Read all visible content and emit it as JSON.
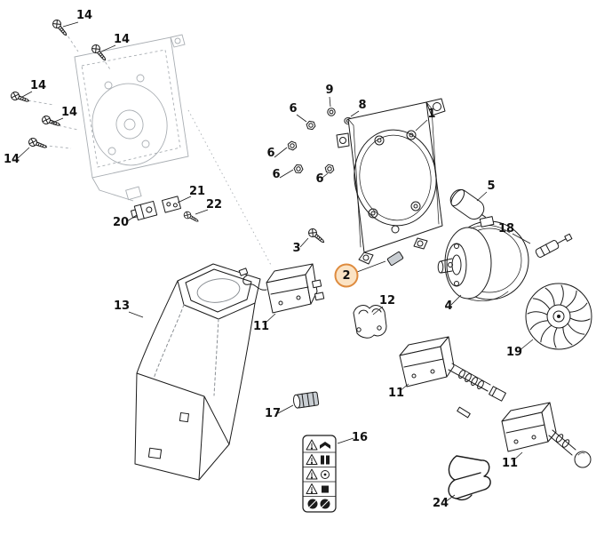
{
  "diagram": {
    "type": "exploded-parts-diagram",
    "background_color": "#ffffff",
    "line_color": "#1a1a1a",
    "ghost_line_color": "#a9aeb3",
    "highlight": {
      "part": "2",
      "fill_color": "#fbe3c4",
      "ring_color": "#de8b3e"
    },
    "callouts": [
      {
        "part": "14"
      },
      {
        "part": "14"
      },
      {
        "part": "14"
      },
      {
        "part": "14"
      },
      {
        "part": "14"
      },
      {
        "part": "21"
      },
      {
        "part": "22"
      },
      {
        "part": "20"
      },
      {
        "part": "9"
      },
      {
        "part": "6"
      },
      {
        "part": "8"
      },
      {
        "part": "6"
      },
      {
        "part": "6"
      },
      {
        "part": "6"
      },
      {
        "part": "1"
      },
      {
        "part": "5"
      },
      {
        "part": "3"
      },
      {
        "part": "2"
      },
      {
        "part": "12"
      },
      {
        "part": "11"
      },
      {
        "part": "4"
      },
      {
        "part": "18"
      },
      {
        "part": "19"
      },
      {
        "part": "11"
      },
      {
        "part": "17"
      },
      {
        "part": "16"
      },
      {
        "part": "11"
      },
      {
        "part": "24"
      },
      {
        "part": "13"
      }
    ],
    "safety_label_icons": [
      "warning-triangle-icon",
      "read-manual-icon",
      "warning-triangle-icon",
      "warning-triangle-icon",
      "warning-triangle-icon",
      "prohibition-circle-icon",
      "prohibition-circle-icon"
    ]
  }
}
